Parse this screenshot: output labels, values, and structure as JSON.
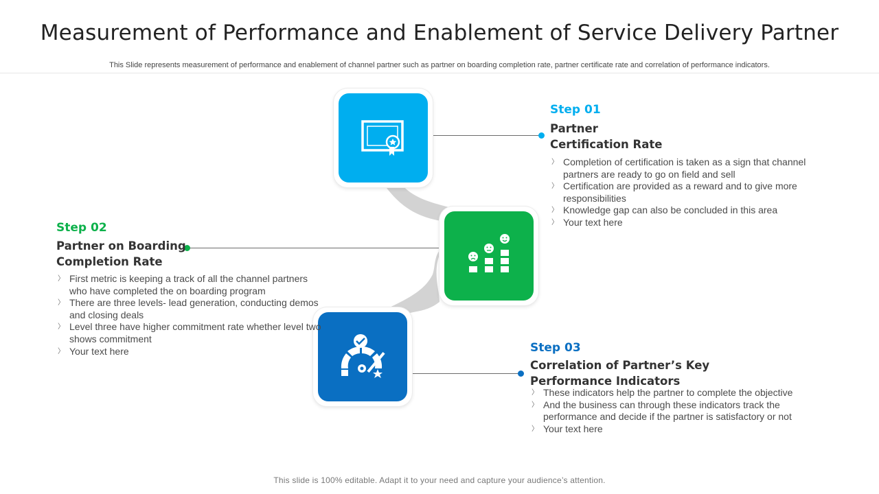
{
  "title": "Measurement of Performance and Enablement of Service Delivery Partner",
  "subtitle": "This Slide represents measurement of performance and enablement of channel partner such as partner on boarding completion rate, partner certificate rate and correlation of performance indicators.",
  "footer": "This slide is 100% editable. Adapt it to your need and capture your audience’s attention.",
  "colors": {
    "step1": "#00aeef",
    "step2": "#0db14b",
    "step3": "#0a6fc2",
    "connector": "#d3d3d3"
  },
  "steps": [
    {
      "label": "Step 01",
      "heading_line1": "Partner",
      "heading_line2": "Certification Rate",
      "icon": "certificate-icon",
      "bullets": [
        "Completion of certification is taken as a sign that channel partners are ready to go on field and sell",
        "Certification are provided as a reward and to give more responsibilities",
        "Knowledge gap can also be concluded in this area",
        "Your text here"
      ]
    },
    {
      "label": "Step 02",
      "heading_line1": "Partner on Boarding",
      "heading_line2": "Completion Rate",
      "icon": "satisfaction-bar-chart-icon",
      "bullets": [
        "First metric is keeping a track of all the channel partners who have completed the on boarding program",
        "There are three levels-  lead generation, conducting demos and closing deals",
        "Level three have higher commitment rate whether level two shows commitment",
        "Your text here"
      ]
    },
    {
      "label": "Step 03",
      "heading_line1": "Correlation of Partner’s Key",
      "heading_line2": "Performance Indicators",
      "icon": "performance-gauge-icon",
      "bullets": [
        "These indicators help the partner to complete the objective",
        "And the business can through these indicators track the performance and decide if the partner is satisfactory or not",
        "Your text here"
      ]
    }
  ]
}
